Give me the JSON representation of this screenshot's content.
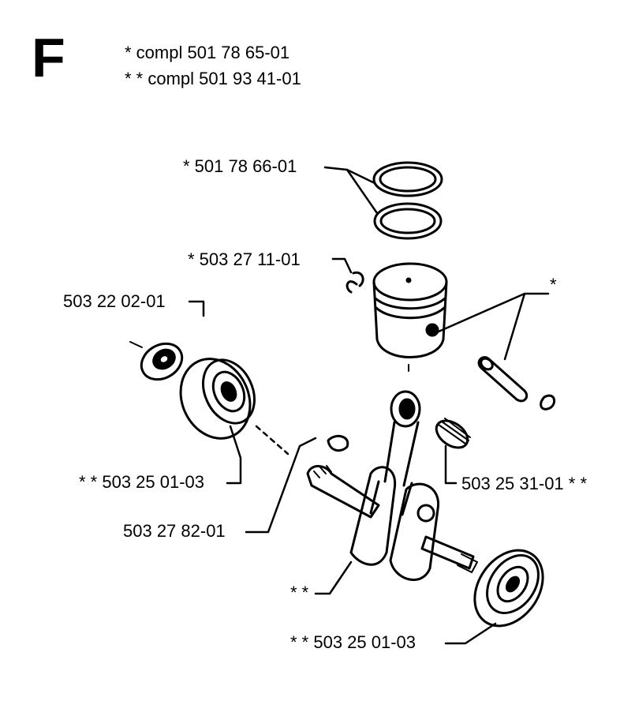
{
  "section_letter": "F",
  "header": {
    "line1": "*  compl 501 78 65-01",
    "line2": "* *  compl 501 93 41-01"
  },
  "labels": {
    "piston_rings": "*  501 78 66-01",
    "circlip": "*  503 27 11-01",
    "seal": "503 22 02-01",
    "piston_pin": "*",
    "bearing_left": "* *  503 25 01-03",
    "woodruff_key": "503 27 82-01",
    "needle_bearing": "503 25 31-01  * *",
    "crankshaft": "* *",
    "bearing_right": "* *  503 25 01-03"
  }
}
